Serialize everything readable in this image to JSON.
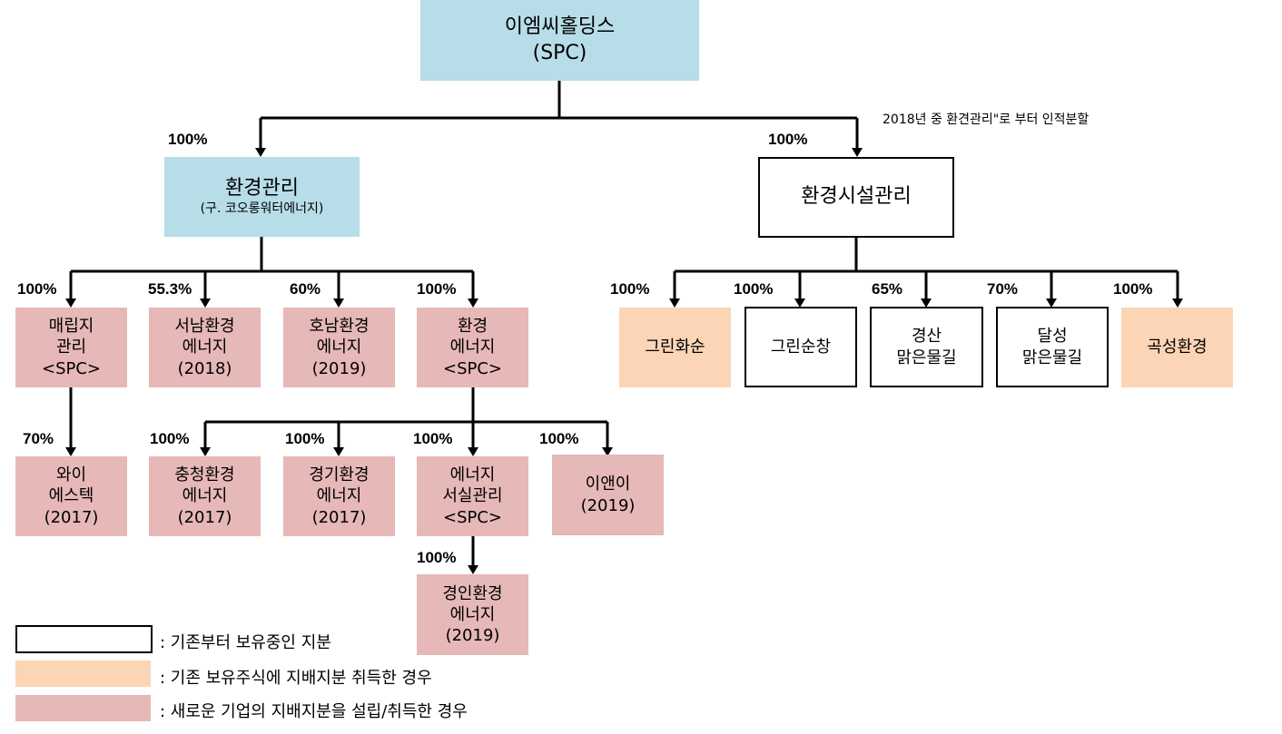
{
  "colors": {
    "existing": "#ffffff",
    "acquired": "#fbd5b5",
    "new": "#e6b8b7",
    "holding": "#b7dde8",
    "line": "#000000"
  },
  "nodes": {
    "root": {
      "l1": "이엠씨홀딩스",
      "l2": "(SPC)"
    },
    "env_mgmt": {
      "l1": "환경관리",
      "l2": "(구. 코오롱워터에너지)"
    },
    "env_facility": {
      "l1": "환경시설관리"
    },
    "landfill": {
      "l1": "매립지",
      "l2": "관리",
      "l3": "<SPC>"
    },
    "seonam": {
      "l1": "서남환경",
      "l2": "에너지",
      "l3": "(2018)"
    },
    "honam": {
      "l1": "호남환경",
      "l2": "에너지",
      "l3": "(2019)"
    },
    "env_energy": {
      "l1": "환경",
      "l2": "에너지",
      "l3": "<SPC>"
    },
    "wy": {
      "l1": "와이",
      "l2": "에스텍",
      "l3": "(2017)"
    },
    "chungcheong": {
      "l1": "충청환경",
      "l2": "에너지",
      "l3": "(2017)"
    },
    "gyeonggi": {
      "l1": "경기환경",
      "l2": "에너지",
      "l3": "(2017)"
    },
    "energy_facility": {
      "l1": "에너지",
      "l2": "서실관리",
      "l3": "<SPC>"
    },
    "ieni": {
      "l1": "이앤이",
      "l2": "(2019)"
    },
    "gyeongin": {
      "l1": "경인환경",
      "l2": "에너지",
      "l3": "(2019)"
    },
    "green_hwasun": {
      "l1": "그린화순"
    },
    "green_sunchang": {
      "l1": "그린순창"
    },
    "gyeongsan": {
      "l1": "경산",
      "l2": "맑은물길"
    },
    "dalseong": {
      "l1": "달성",
      "l2": "맑은물길"
    },
    "gokseong": {
      "l1": "곡성환경"
    }
  },
  "percentages": {
    "env_mgmt": "100%",
    "env_facility": "100%",
    "landfill": "100%",
    "seonam": "55.3%",
    "honam": "60%",
    "env_energy": "100%",
    "wy": "70%",
    "chungcheong": "100%",
    "gyeonggi": "100%",
    "energy_facility": "100%",
    "ieni": "100%",
    "gyeongin": "100%",
    "green_hwasun": "100%",
    "green_sunchang": "100%",
    "gyeongsan": "65%",
    "dalseong": "70%",
    "gokseong": "100%"
  },
  "note": "2018년 중 환견관리\"로 부터 인적분할",
  "legend": [
    {
      "label": ": 기존부터 보유중인 지분",
      "color": "#ffffff"
    },
    {
      "label": ": 기존 보유주식에 지배지분 취득한 경우",
      "color": "#fbd5b5"
    },
    {
      "label": ": 새로운 기업의 지배지분을 설립/취득한 경우",
      "color": "#e6b8b7"
    }
  ]
}
